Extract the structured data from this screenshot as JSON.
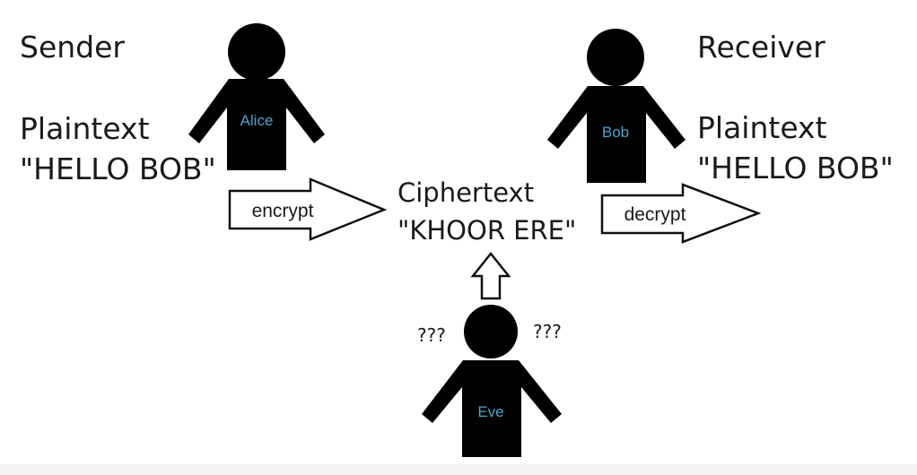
{
  "colors": {
    "figure": "#000000",
    "name_text": "#4aa3c8",
    "text": "#1a1a1a",
    "arrow_fill": "#ffffff",
    "arrow_stroke": "#111111"
  },
  "sender": {
    "role": "Sender",
    "name": "Alice",
    "plaintext_label": "Plaintext",
    "plaintext_value": "\"HELLO BOB\""
  },
  "receiver": {
    "role": "Receiver",
    "name": "Bob",
    "plaintext_label": "Plaintext",
    "plaintext_value": "\"HELLO BOB\""
  },
  "ciphertext": {
    "label": "Ciphertext",
    "value": "\"KHOOR ERE\""
  },
  "eavesdropper": {
    "name": "Eve",
    "left_marks": "???",
    "right_marks": "???"
  },
  "arrows": {
    "encrypt": "encrypt",
    "decrypt": "decrypt"
  }
}
